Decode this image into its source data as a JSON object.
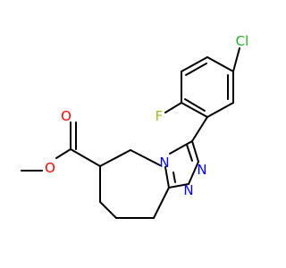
{
  "molecule": {
    "atoms": {
      "chlorine": "Cl",
      "fluorine": "F",
      "n_bridgehead": "N",
      "n_triazole_a": "N",
      "n_triazole_b": "N",
      "o_carbonyl": "O",
      "o_ester": "O"
    },
    "colors": {
      "bond": "#000000",
      "carbon": "#000000",
      "nitrogen": "#0000ff",
      "oxygen": "#ff0000",
      "fluorine": "#9bbf1f",
      "chlorine": "#22b022"
    }
  }
}
